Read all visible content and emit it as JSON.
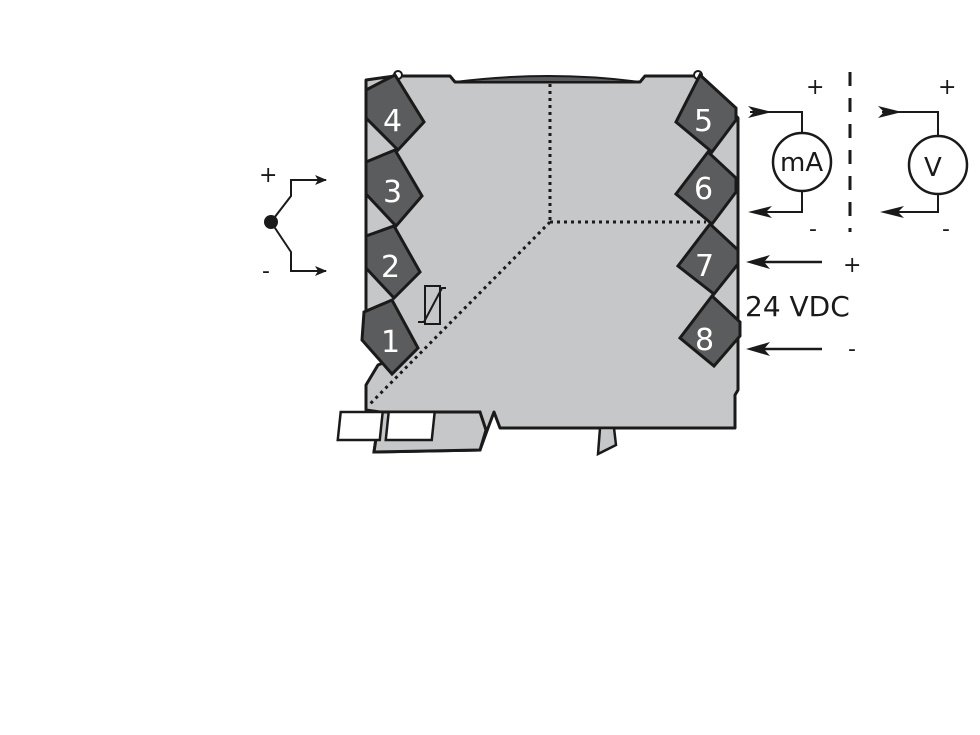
{
  "diagram": {
    "type": "wiring-diagram",
    "device": "DIN-rail signal converter module",
    "colors": {
      "housing": "#c6c7c9",
      "terminal": "#5b5c5e",
      "outline": "#1a1a1a",
      "terminal_text": "#ffffff",
      "background": "#ffffff"
    },
    "terminals_left": [
      {
        "id": "4",
        "label": "4"
      },
      {
        "id": "3",
        "label": "3"
      },
      {
        "id": "2",
        "label": "2"
      },
      {
        "id": "1",
        "label": "1"
      }
    ],
    "terminals_right": [
      {
        "id": "5",
        "label": "5"
      },
      {
        "id": "6",
        "label": "6"
      },
      {
        "id": "7",
        "label": "7"
      },
      {
        "id": "8",
        "label": "8"
      }
    ],
    "input": {
      "name": "thermocouple",
      "plus": "+",
      "minus": "-",
      "connects_to": [
        "3",
        "2"
      ]
    },
    "output_current": {
      "meter_label": "mA",
      "plus": "+",
      "minus": "-",
      "connects_to": [
        "5",
        "6"
      ]
    },
    "output_voltage": {
      "meter_label": "V",
      "plus": "+",
      "minus": "-"
    },
    "power_supply": {
      "label": "24 VDC",
      "plus": "+",
      "minus": "-",
      "connects_to": [
        "7",
        "8"
      ]
    },
    "internal_symbol": "thermistor / variable resistor"
  }
}
